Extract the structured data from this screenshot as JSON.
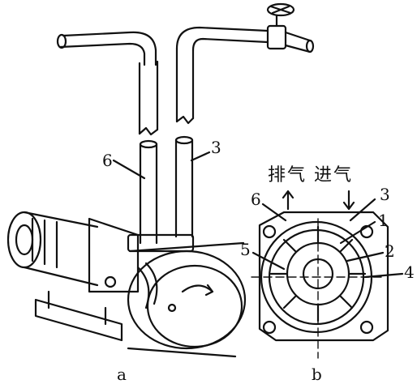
{
  "figure": {
    "part_a": {
      "caption": "a",
      "callouts": {
        "pipe_6": "6",
        "pipe_3": "3"
      }
    },
    "part_b": {
      "caption": "b",
      "header": "排气  进气",
      "arrows": {
        "exhaust": "up",
        "intake": "down"
      },
      "callouts": {
        "c6": "6",
        "c3": "3",
        "c1": "1",
        "c5": "5",
        "c2": "2",
        "c4": "4"
      }
    }
  }
}
